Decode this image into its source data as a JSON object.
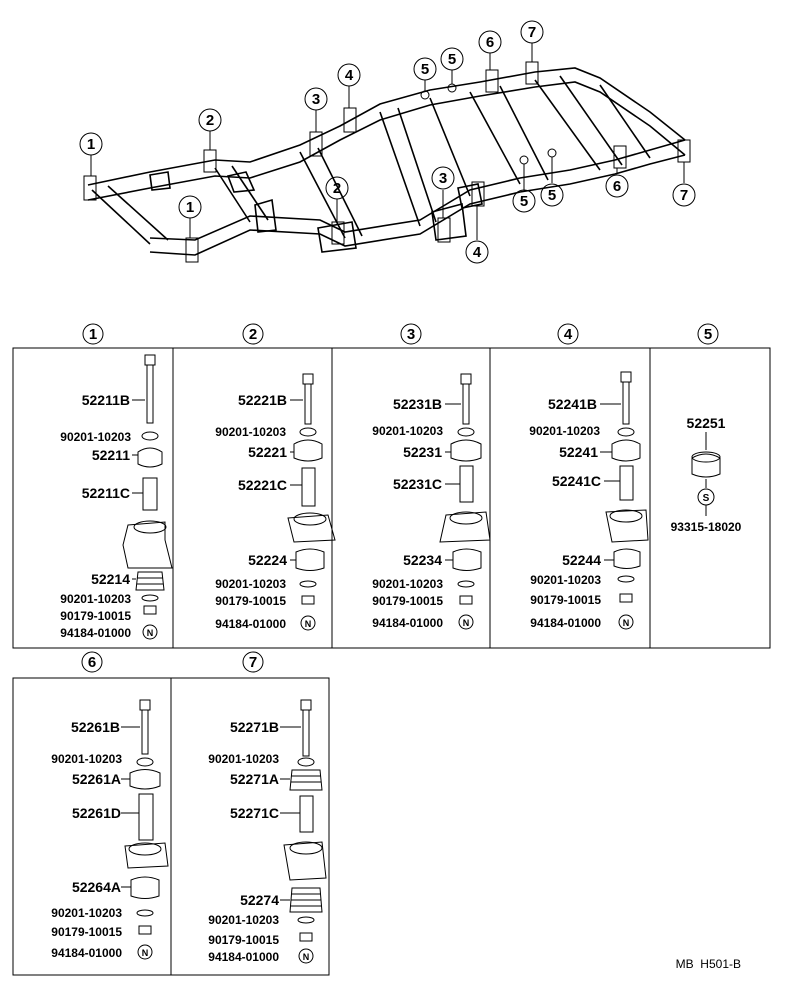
{
  "diagram_id": "MB  H501-B",
  "callout_glyphs": {
    "N": "N",
    "S": "S"
  },
  "overview_callouts": [
    "1",
    "1",
    "2",
    "2",
    "3",
    "3",
    "4",
    "4",
    "5",
    "5",
    "5",
    "5",
    "6",
    "6",
    "7",
    "7"
  ],
  "groups": [
    {
      "callout": "1",
      "bolt": "52211B",
      "washer_top": "90201-10203",
      "cushion_upper": "52211",
      "collar": "52211C",
      "cushion_lower": "52214",
      "washer_bottom": "90201-10203",
      "nut": "90179-10015",
      "nut_cap": "94184-01000",
      "cap_mark": "N"
    },
    {
      "callout": "2",
      "bolt": "52221B",
      "washer_top": "90201-10203",
      "cushion_upper": "52221",
      "collar": "52221C",
      "cushion_lower": "52224",
      "washer_bottom": "90201-10203",
      "nut": "90179-10015",
      "nut_cap": "94184-01000",
      "cap_mark": "N"
    },
    {
      "callout": "3",
      "bolt": "52231B",
      "washer_top": "90201-10203",
      "cushion_upper": "52231",
      "collar": "52231C",
      "cushion_lower": "52234",
      "washer_bottom": "90201-10203",
      "nut": "90179-10015",
      "nut_cap": "94184-01000",
      "cap_mark": "N"
    },
    {
      "callout": "4",
      "bolt": "52241B",
      "washer_top": "90201-10203",
      "cushion_upper": "52241",
      "collar": "52241C",
      "cushion_lower": "52244",
      "washer_bottom": "90201-10203",
      "nut": "90179-10015",
      "nut_cap": "94184-01000",
      "cap_mark": "N"
    },
    {
      "callout": "5",
      "cushion": "52251",
      "fastener": "93315-18020",
      "fastener_mark": "S"
    },
    {
      "callout": "6",
      "bolt": "52261B",
      "washer_top": "90201-10203",
      "cushion_upper": "52261A",
      "collar": "52261D",
      "cushion_lower": "52264A",
      "washer_bottom": "90201-10203",
      "nut": "90179-10015",
      "nut_cap": "94184-01000",
      "cap_mark": "N"
    },
    {
      "callout": "7",
      "bolt": "52271B",
      "washer_top": "90201-10203",
      "cushion_upper": "52271A",
      "collar": "52271C",
      "cushion_lower": "52274",
      "washer_bottom": "90201-10203",
      "nut": "90179-10015",
      "nut_cap": "94184-01000",
      "cap_mark": "N"
    }
  ]
}
